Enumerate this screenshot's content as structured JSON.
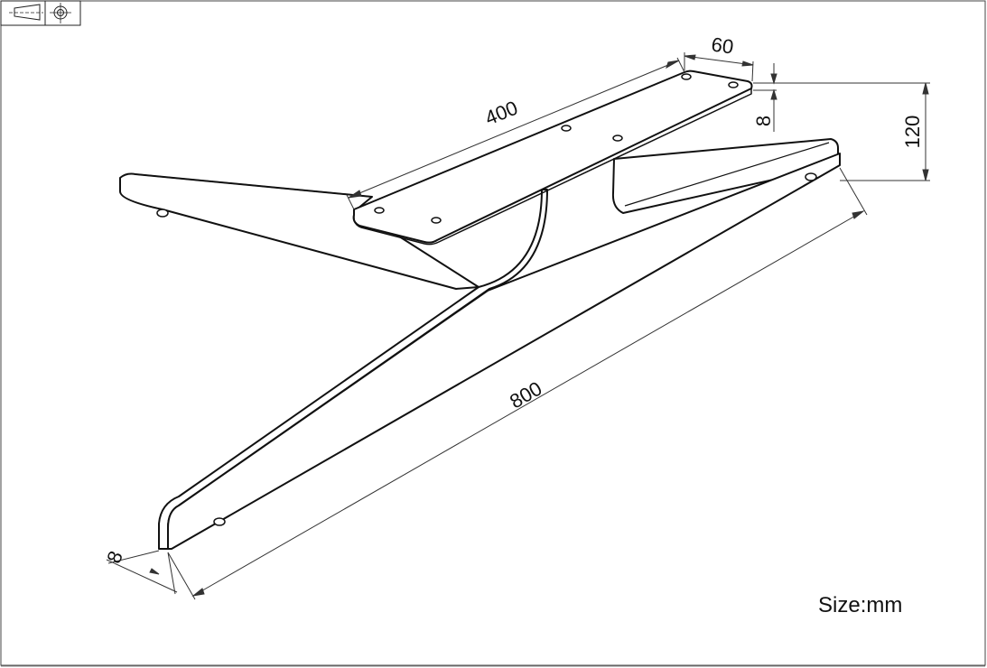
{
  "dimensions": {
    "length_top": "400",
    "width_top": "60",
    "thickness_top": "8",
    "height": "120",
    "length_bottom": "800",
    "thickness_bottom": "8"
  },
  "unit_label": "Size:mm",
  "colors": {
    "line": "#111111",
    "dim_line": "#333333",
    "background": "#ffffff"
  },
  "icons": [
    "projection-symbol-icon"
  ]
}
